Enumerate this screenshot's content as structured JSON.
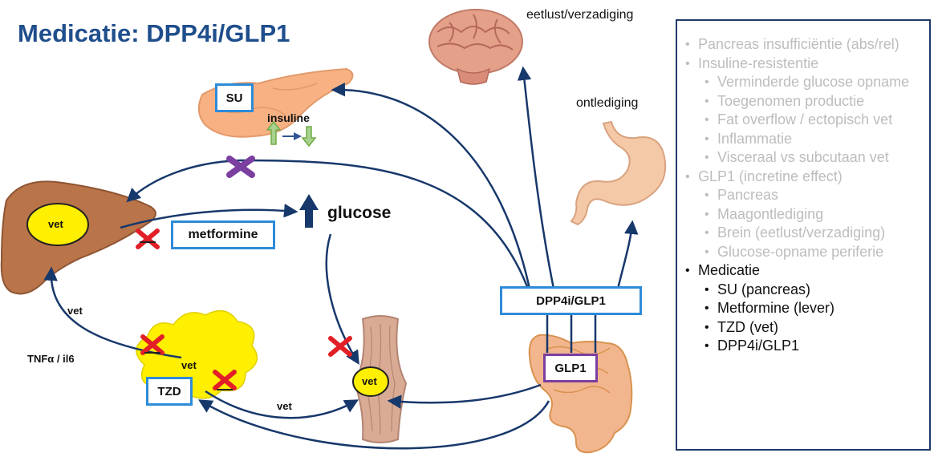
{
  "title": "Medicatie: DPP4i/GLP1",
  "labels": {
    "eetlust": "eetlust/verzadiging",
    "ontlediging": "ontlediging",
    "insuline": "insuline",
    "glucose": "glucose",
    "liver_vet": "vet",
    "muscle_vet": "vet",
    "fat_vet": "vet",
    "vet_arrow_left": "vet",
    "vet_arrow_bottom": "vet",
    "tnfa": "TNFα / il6"
  },
  "boxes": {
    "su": "SU",
    "metformine": "metformine",
    "tzd": "TZD",
    "dpp4i": "DPP4i/GLP1",
    "glp1": "GLP1"
  },
  "panel": {
    "items": [
      {
        "level": 1,
        "state": "dim",
        "text": "Pancreas insufficiëntie (abs/rel)"
      },
      {
        "level": 1,
        "state": "dim",
        "text": "Insuline-resistentie"
      },
      {
        "level": 2,
        "state": "dim",
        "text": "Verminderde glucose opname"
      },
      {
        "level": 2,
        "state": "dim",
        "text": "Toegenomen productie"
      },
      {
        "level": 2,
        "state": "dim",
        "text": "Fat overflow / ectopisch vet"
      },
      {
        "level": 2,
        "state": "dim",
        "text": "Inflammatie"
      },
      {
        "level": 2,
        "state": "dim",
        "text": "Visceraal vs subcutaan vet"
      },
      {
        "level": 1,
        "state": "dim",
        "text": "GLP1 (incretine effect)"
      },
      {
        "level": 2,
        "state": "dim",
        "text": "Pancreas"
      },
      {
        "level": 2,
        "state": "dim",
        "text": "Maagontlediging"
      },
      {
        "level": 2,
        "state": "dim",
        "text": "Brein (eetlust/verzadiging)"
      },
      {
        "level": 2,
        "state": "dim",
        "text": "Glucose-opname periferie"
      },
      {
        "level": 1,
        "state": "dark",
        "text": "Medicatie"
      },
      {
        "level": 2,
        "state": "dark",
        "text": "SU (pancreas)"
      },
      {
        "level": 2,
        "state": "dark",
        "text": "Metformine (lever)"
      },
      {
        "level": 2,
        "state": "dark",
        "text": "TZD (vet)"
      },
      {
        "level": 2,
        "state": "dark",
        "text": "DPP4i/GLP1"
      }
    ]
  },
  "colors": {
    "title": "#1F4E8C",
    "arrow": "#17386B",
    "box_border": "#2E8BD8",
    "glp1_border": "#7B3FA0",
    "cross_red": "#E21F26",
    "cross_purple": "#7B3FA0",
    "liver": "#B9744A",
    "fat": "#FFEF00",
    "vet_fill": "#FFEF00",
    "pancreas": "#F7B183",
    "panel_border": "#1F3A6B",
    "panel_dim_text": "#BDBDBD",
    "insuline_arrow_green": "#70AD47"
  },
  "icons": [
    "brain-icon",
    "stomach-icon",
    "pancreas-icon",
    "liver-icon",
    "muscle-icon",
    "intestine-icon",
    "fat-cloud-icon",
    "cross-icon",
    "up-arrow-icon"
  ]
}
